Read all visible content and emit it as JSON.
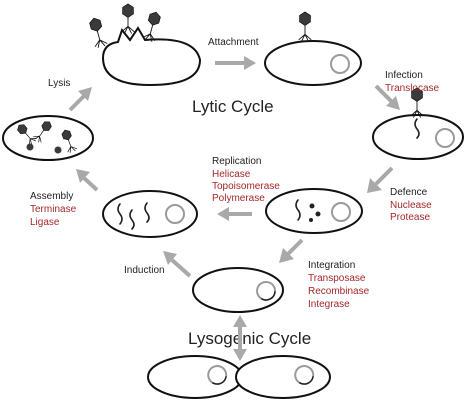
{
  "titles": {
    "lytic": "Lytic Cycle",
    "lysogenic": "Lysogenic Cycle"
  },
  "stages": {
    "attachment": {
      "label": "Attachment"
    },
    "infection": {
      "label": "Infection",
      "enzymes": [
        "Translocase"
      ]
    },
    "defence": {
      "label": "Defence",
      "enzymes": [
        "Nuclease",
        "Protease"
      ]
    },
    "replication": {
      "label": "Replication",
      "enzymes": [
        "Helicase",
        "Topoisomerase",
        "Polymerase"
      ]
    },
    "assembly": {
      "label": "Assembly",
      "enzymes": [
        "Terminase",
        "Ligase"
      ]
    },
    "lysis": {
      "label": "Lysis"
    },
    "integration": {
      "label": "Integration",
      "enzymes": [
        "Transposase",
        "Recombinase",
        "Integrase"
      ]
    },
    "induction": {
      "label": "Induction"
    }
  },
  "colors": {
    "enzyme_text": "#a3282a",
    "arrow": "#a9a9a9",
    "plasmid": "#9a9a9a"
  }
}
